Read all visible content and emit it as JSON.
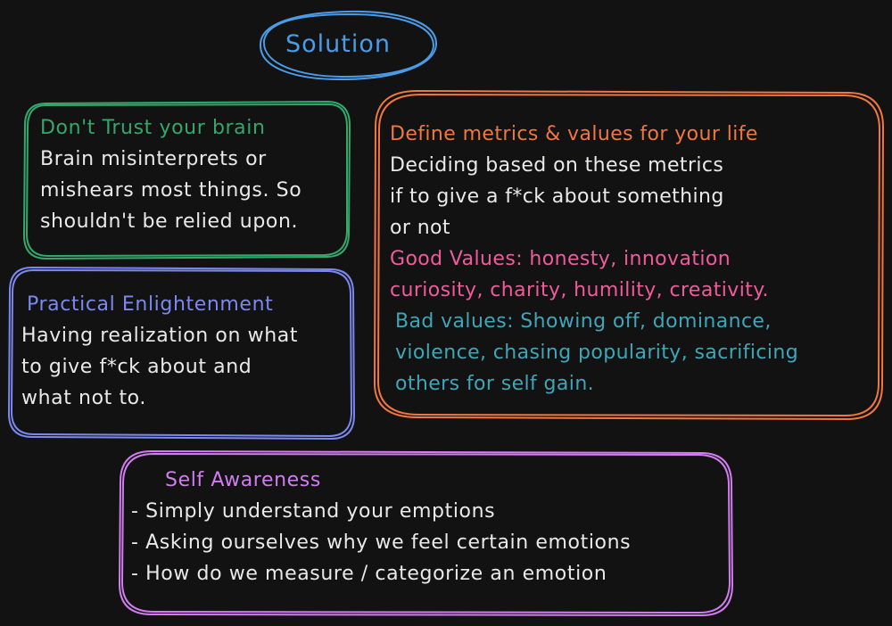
{
  "title": "Solution",
  "colors": {
    "background": "#121212",
    "solution": "#4a9ce8",
    "green": "#33a86b",
    "blue": "#7b88ee",
    "orange": "#f0773f",
    "pink": "#ef5b9c",
    "teal": "#3fa6b7",
    "violet": "#d27cf0",
    "text": "#e9e9e9"
  },
  "boxes": {
    "trust": {
      "heading": "Don't Trust your brain",
      "lines": [
        "Brain misinterprets or",
        "mishears most things. So",
        "shouldn't be relied upon."
      ]
    },
    "practical": {
      "heading": "Practical Enlightenment",
      "lines": [
        "Having realization on what",
        "to give f*ck about and",
        "what not to."
      ]
    },
    "metrics": {
      "heading": "Define metrics & values for your life",
      "lines": [
        "Deciding based on these metrics",
        "if to give a f*ck about something",
        "or not"
      ],
      "good_lines": [
        "Good Values: honesty, innovation",
        "curiosity, charity, humility, creativity."
      ],
      "bad_lines": [
        "Bad values: Showing off, dominance,",
        "violence, chasing popularity, sacrificing",
        "others for self gain."
      ]
    },
    "awareness": {
      "heading": "Self Awareness",
      "lines": [
        "- Simply understand your emptions",
        "- Asking ourselves why we feel certain emotions",
        "- How do we measure / categorize an emotion"
      ]
    }
  }
}
